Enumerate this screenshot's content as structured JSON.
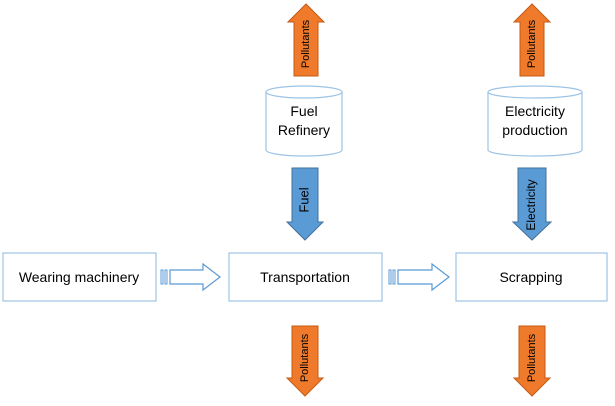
{
  "colors": {
    "pollutant_arrow_fill": "#F07A2B",
    "pollutant_arrow_stroke": "#C55A11",
    "resource_arrow_fill": "#5B9BD5",
    "resource_arrow_stroke": "#41719C",
    "box_fill": "#FFFFFF",
    "box_stroke": "#9DC3E6",
    "flow_arrow_stroke": "#5B9BD5",
    "text": "#000000"
  },
  "processes": {
    "wearing_machinery": "Wearing machinery",
    "transportation": "Transportation",
    "scrapping": "Scrapping"
  },
  "sources": {
    "fuel_refinery": {
      "line1": "Fuel",
      "line2": "Refinery"
    },
    "electricity_production": {
      "line1": "Electricity",
      "line2": "production"
    }
  },
  "resources": {
    "fuel": "Fuel",
    "electricity": "Electricity"
  },
  "pollutants": {
    "refinery_top": "Pollutants",
    "electricity_top": "Pollutants",
    "transportation_bottom": "Pollutants",
    "scrapping_bottom": "Pollutants"
  }
}
